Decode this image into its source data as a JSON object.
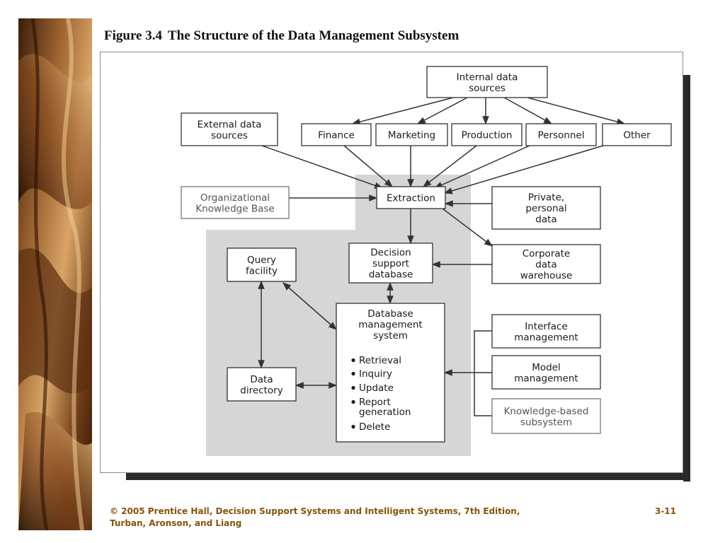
{
  "figure": {
    "number": "Figure 3.4",
    "title": "The Structure of the Data Management Subsystem"
  },
  "colors": {
    "footer_text": "#8a5208",
    "shaded_region": "#d6d6d6",
    "side_image": "wood-grain-brown"
  },
  "diagram": {
    "nodes": {
      "internal_sources": {
        "lines": [
          "Internal data",
          "sources"
        ]
      },
      "external_sources": {
        "lines": [
          "External data",
          "sources"
        ]
      },
      "finance": {
        "lines": [
          "Finance"
        ]
      },
      "marketing": {
        "lines": [
          "Marketing"
        ]
      },
      "production": {
        "lines": [
          "Production"
        ]
      },
      "personnel": {
        "lines": [
          "Personnel"
        ]
      },
      "other": {
        "lines": [
          "Other"
        ]
      },
      "org_kb": {
        "lines": [
          "Organizational",
          "Knowledge Base"
        ]
      },
      "extraction": {
        "lines": [
          "Extraction"
        ]
      },
      "private_data": {
        "lines": [
          "Private,",
          "personal",
          "data"
        ]
      },
      "query": {
        "lines": [
          "Query",
          "facility"
        ]
      },
      "dss_db": {
        "lines": [
          "Decision",
          "support",
          "database"
        ]
      },
      "warehouse": {
        "lines": [
          "Corporate",
          "data",
          "warehouse"
        ]
      },
      "dbms": {
        "lines": [
          "Database",
          "management",
          "system"
        ],
        "bullets": [
          "Retrieval",
          "Inquiry",
          "Update",
          "Report",
          "generation",
          "Delete"
        ]
      },
      "interface": {
        "lines": [
          "Interface",
          "management"
        ]
      },
      "model": {
        "lines": [
          "Model",
          "management"
        ]
      },
      "kb_sub": {
        "lines": [
          "Knowledge-based",
          "subsystem"
        ]
      },
      "data_dir": {
        "lines": [
          "Data",
          "directory"
        ]
      }
    },
    "edges": [
      {
        "from": "internal_sources",
        "to": "finance"
      },
      {
        "from": "internal_sources",
        "to": "marketing"
      },
      {
        "from": "internal_sources",
        "to": "production"
      },
      {
        "from": "internal_sources",
        "to": "personnel"
      },
      {
        "from": "internal_sources",
        "to": "other"
      },
      {
        "from": "external_sources",
        "to": "extraction"
      },
      {
        "from": "finance",
        "to": "extraction"
      },
      {
        "from": "marketing",
        "to": "extraction"
      },
      {
        "from": "production",
        "to": "extraction"
      },
      {
        "from": "personnel",
        "to": "extraction"
      },
      {
        "from": "other",
        "to": "extraction"
      },
      {
        "from": "org_kb",
        "to": "extraction"
      },
      {
        "from": "private_data",
        "to": "extraction"
      },
      {
        "from": "extraction",
        "to": "dss_db"
      },
      {
        "from": "extraction",
        "to": "warehouse"
      },
      {
        "from": "warehouse",
        "to": "dss_db"
      },
      {
        "from": "dss_db",
        "to": "dbms",
        "bidirectional": true
      },
      {
        "from": "query",
        "to": "dbms",
        "bidirectional": true
      },
      {
        "from": "query",
        "to": "data_dir",
        "bidirectional": true
      },
      {
        "from": "data_dir",
        "to": "dbms",
        "bidirectional": true
      },
      {
        "from": "interface",
        "to": "dbms",
        "via": "bracket"
      },
      {
        "from": "model",
        "to": "dbms",
        "via": "bracket"
      },
      {
        "from": "kb_sub",
        "to": "dbms",
        "via": "bracket"
      }
    ]
  },
  "footer": {
    "line1": "© 2005 Prentice Hall, Decision Support Systems and Intelligent Systems, 7th Edition,",
    "line2": "Turban, Aronson, and Liang",
    "page": "3-11"
  }
}
